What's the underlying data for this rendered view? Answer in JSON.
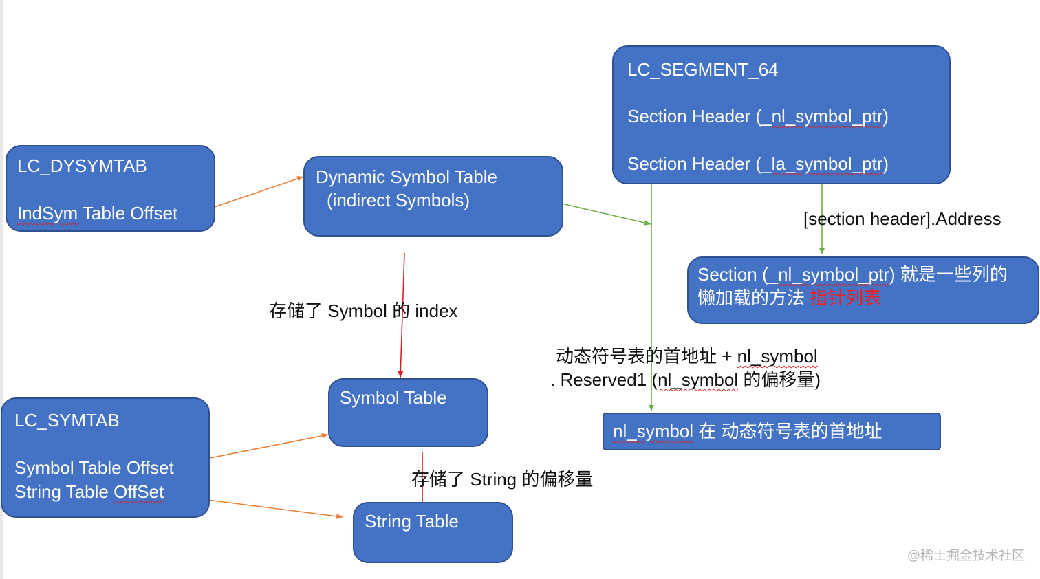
{
  "boxes": {
    "lc_dysymtab": {
      "title": "LC_DYSYMTAB",
      "offset_a": "IndSym",
      "offset_b": " Table Offset"
    },
    "dynamic_symbol_table": {
      "line1": "Dynamic Symbol Table",
      "line2": "(indirect Symbols)"
    },
    "lc_segment": {
      "title": "LC_SEGMENT_64",
      "s1_pre": "Section Header (_",
      "s1_mid": "nl_symbol_ptr",
      "s1_post": ")",
      "s2_pre": "Section Header (_",
      "s2_mid": "la_symbol_ptr",
      "s2_post": ")"
    },
    "section_nl": {
      "l1_pre": "Section (_",
      "l1_mid": "nl_symbol_ptr",
      "l1_post": ") 就是一些列的",
      "l2_pre": "懒加载的方法 ",
      "l2_red": "指针列表"
    },
    "symbol_table": {
      "label": "Symbol Table"
    },
    "lc_symtab": {
      "title": "LC_SYMTAB",
      "sym_offset": "Symbol Table Offset",
      "str_pre": "String Table ",
      "str_mid": "OffSet"
    },
    "string_table": {
      "label": "String Table"
    },
    "nl_symbol_addr": {
      "mid": "nl_symbol",
      "post": " 在 动态符号表的首地址"
    }
  },
  "labels": {
    "stores_index": "存储了 Symbol 的 index",
    "section_address": "[section header].Address",
    "dyn_addr_pre": "动态符号表的首地址  + ",
    "dyn_addr_mid": "nl_symbol",
    "reserved_pre": ". Reserved1 (",
    "reserved_mid": "nl_symbol",
    "reserved_post": " 的偏移量)",
    "stores_string_offset": "存储了 String 的偏移量"
  },
  "watermark": "@稀土掘金技术社区",
  "colors": {
    "box_fill": "#4472c4",
    "box_border": "#2f528f",
    "arrow_orange": "#ed7d31",
    "arrow_green": "#70ad47",
    "arrow_red": "#e02020",
    "highlight_red": "#ff1a1a"
  }
}
